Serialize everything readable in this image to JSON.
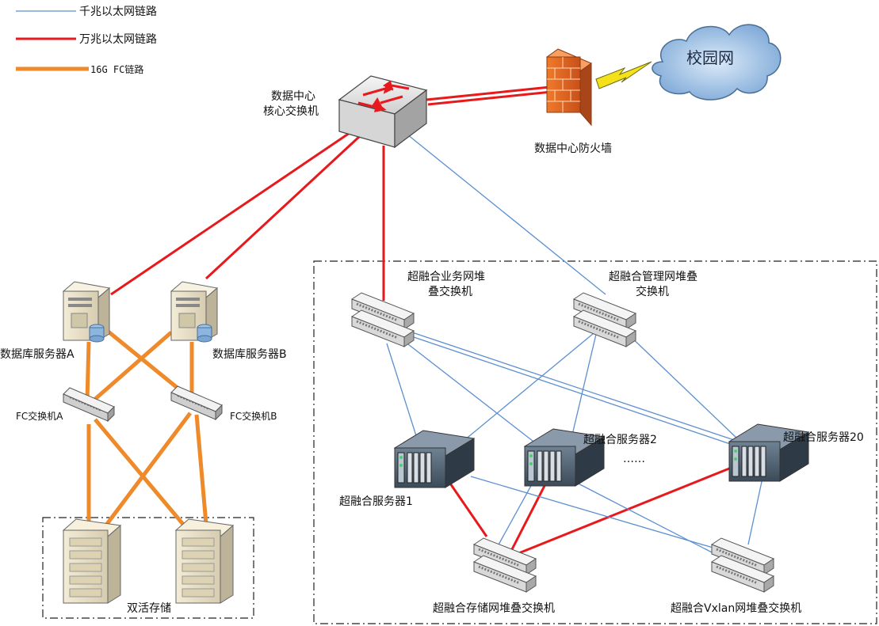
{
  "legend": {
    "gigabit": "千兆以太网链路",
    "tengig": "万兆以太网链路",
    "fc": "16G FC链路"
  },
  "colors": {
    "gigabit": "#5b8fd0",
    "tengig": "#e8191c",
    "fc": "#ee8a2a",
    "group_border": "#222222"
  },
  "nodes": {
    "core_switch_line1": "数据中心",
    "core_switch_line2": "核心交换机",
    "firewall": "数据中心防火墙",
    "campus": "校园网",
    "db_a": "数据库服务器A",
    "db_b": "数据库服务器B",
    "fc_a": "FC交换机A",
    "fc_b": "FC交换机B",
    "storage": "双活存储",
    "biz_sw_line1": "超融合业务网堆",
    "biz_sw_line2": "叠交换机",
    "mgmt_sw_line1": "超融合管理网堆叠",
    "mgmt_sw_line2": "交换机",
    "hci1": "超融合服务器1",
    "hci2": "超融合服务器2",
    "hci20": "超融合服务器20",
    "ellipsis": "……",
    "storage_sw": "超融合存储网堆叠交换机",
    "vxlan_sw": "超融合Vxlan网堆叠交换机"
  }
}
